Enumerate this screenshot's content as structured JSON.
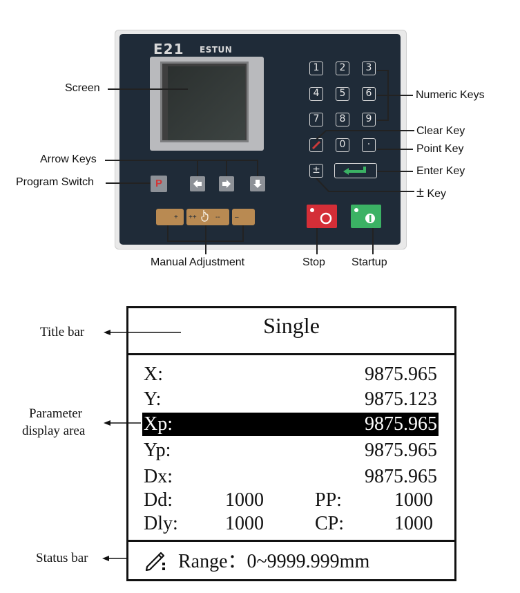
{
  "panel": {
    "model": "E21",
    "brand": "ESTUN",
    "numeric_keys": [
      "1",
      "2",
      "3",
      "4",
      "5",
      "6",
      "7",
      "8",
      "9"
    ],
    "zero_key": "0",
    "point_key": "·",
    "plus_minus_key": "±",
    "program_key": "P",
    "manual_marks": [
      "+",
      "++",
      "--",
      "–"
    ],
    "colors": {
      "panel": "#1f2b38",
      "stop": "#d42e37",
      "startup": "#3bb264",
      "manual": "#b98a52"
    }
  },
  "callouts": {
    "screen": "Screen",
    "arrow_keys": "Arrow Keys",
    "program_switch": "Program Switch",
    "manual_adjustment": "Manual Adjustment",
    "stop": "Stop",
    "startup": "Startup",
    "numeric_keys": "Numeric Keys",
    "clear_key": "Clear Key",
    "point_key": "Point Key",
    "enter_key": "Enter Key",
    "pm_key_symbol": "±",
    "pm_key_text": "Key"
  },
  "screen_diagram": {
    "title": "Single",
    "labels": {
      "title_bar": "Title bar",
      "param_area_line1": "Parameter",
      "param_area_line2": "display area",
      "status_bar": "Status bar"
    },
    "rows": [
      {
        "name": "X:",
        "value": "9875.965"
      },
      {
        "name": "Y:",
        "value": "9875.123"
      },
      {
        "name": "Xp:",
        "value": "9875.965"
      },
      {
        "name": "Yp:",
        "value": "9875.965"
      },
      {
        "name": "Dx:",
        "value": "9875.965"
      }
    ],
    "pairs": [
      {
        "left_name": "Dd:",
        "left_value": "1000",
        "right_name": "PP:",
        "right_value": "1000"
      },
      {
        "left_name": "Dly:",
        "left_value": "1000",
        "right_name": "CP:",
        "right_value": "1000"
      }
    ],
    "status": "Range：0~9999.999mm"
  }
}
